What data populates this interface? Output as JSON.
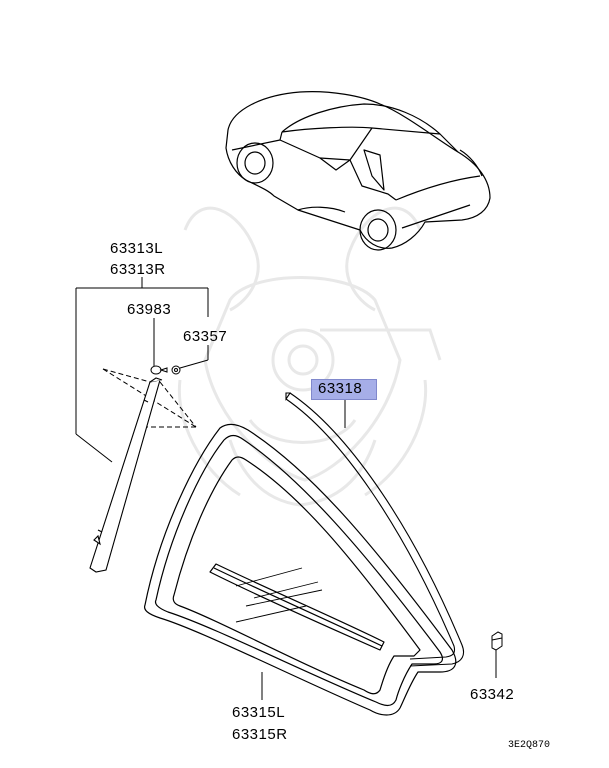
{
  "labels": {
    "p63313L": "63313L",
    "p63313R": "63313R",
    "p63983": "63983",
    "p63357": "63357",
    "p63318": "63318",
    "p63315L": "63315L",
    "p63315R": "63315R",
    "p63342": "63342",
    "diagram_code": "3E2Q870"
  },
  "highlight_color": "#a6aee8",
  "watermark_color": "#e6e6e6"
}
